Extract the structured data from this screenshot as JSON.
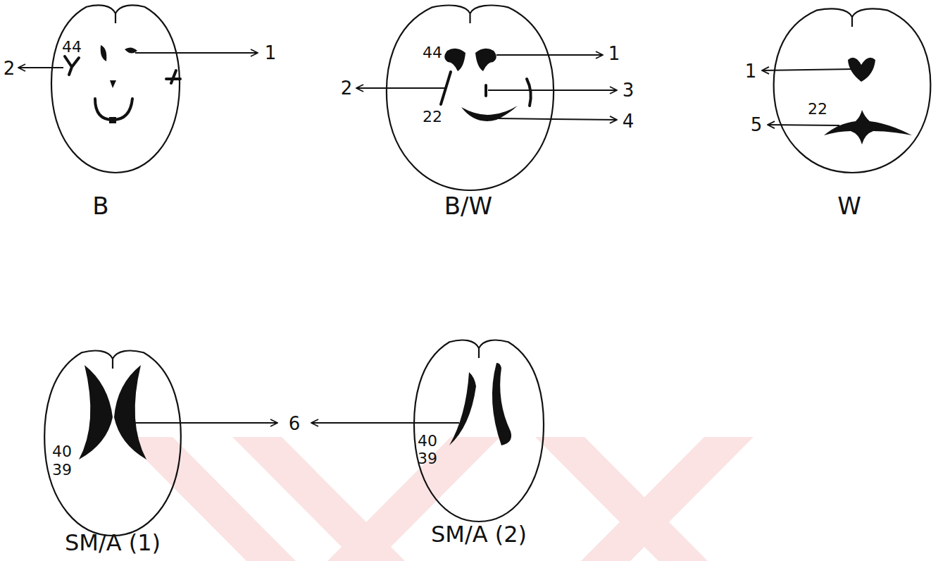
{
  "diagram": {
    "labels": [
      "2",
      "44",
      "1",
      "B",
      "44",
      "1",
      "2",
      "3",
      "22",
      "4",
      "B/W",
      "1",
      "5",
      "22",
      "W",
      "40",
      "39",
      "6",
      "SM/A (1)",
      "40",
      "39",
      "SM/A (2)"
    ]
  }
}
